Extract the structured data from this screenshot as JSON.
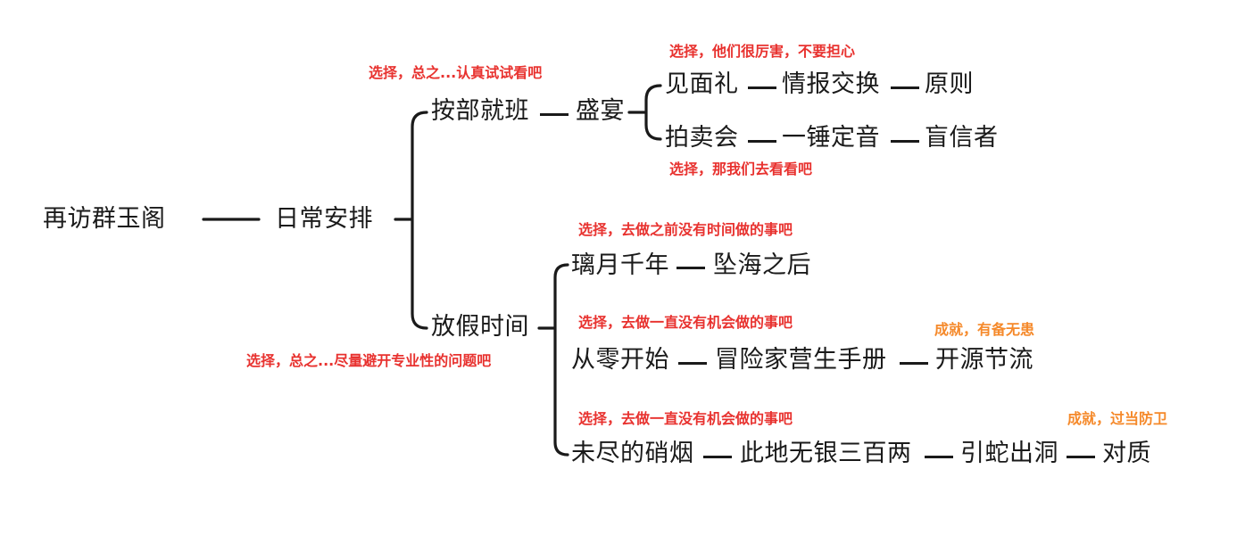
{
  "colors": {
    "line": "#1a1a1a",
    "choice_note": "#e8322f",
    "achievement_note": "#f5892a"
  },
  "root": {
    "label": "再访群玉阁",
    "child": "日常安排"
  },
  "branch_a": {
    "label": "按部就班",
    "child": "盛宴",
    "note": "选择，总之...认真试试看吧",
    "rows": [
      {
        "note_top": "选择，他们很厉害，不要担心",
        "steps": [
          "见面礼",
          "情报交换",
          "原则"
        ]
      },
      {
        "note_bottom": "选择，那我们去看看吧",
        "steps": [
          "拍卖会",
          "一锤定音",
          "盲信者"
        ]
      }
    ]
  },
  "branch_b": {
    "label": "放假时间",
    "note": "选择，总之...尽量避开专业性的问题吧",
    "rows": [
      {
        "note": "选择，去做之前没有时间做的事吧",
        "steps": [
          "璃月千年",
          "坠海之后"
        ]
      },
      {
        "note": "选择，去做一直没有机会做的事吧",
        "achievement": "成就，有备无患",
        "steps": [
          "从零开始",
          "冒险家营生手册",
          "开源节流"
        ]
      },
      {
        "note": "选择，去做一直没有机会做的事吧",
        "achievement": "成就，过当防卫",
        "steps": [
          "未尽的硝烟",
          "此地无银三百两",
          "引蛇出洞",
          "对质"
        ]
      }
    ]
  }
}
